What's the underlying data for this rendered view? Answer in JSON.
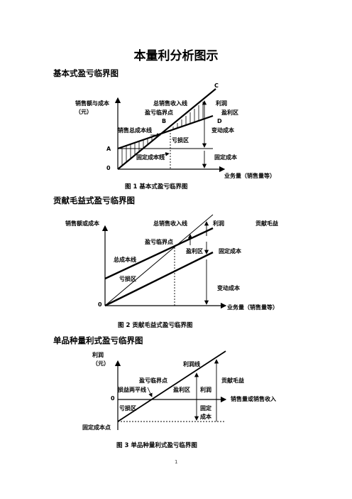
{
  "page": {
    "title": "本量利分析图示",
    "page_number": "1"
  },
  "fig1": {
    "section": "基本式盈亏临界图",
    "caption": "图 1    基本式盈亏临界图",
    "labels": {
      "C": "C",
      "y1": "销售额与成本",
      "y2": "（元）",
      "revenue_line": "总销售收入线",
      "profit": "利润",
      "bep": "盈亏临界点",
      "profit_zone": "盈利区",
      "B": "B",
      "D": "D",
      "total_cost_line": "销售总成本线",
      "variable_cost": "变动成本",
      "loss_zone": "亏损区",
      "A": "A",
      "fixed_cost_line": "固定成本线",
      "fixed_cost": "固定成本",
      "origin": "0",
      "x_axis": "业务量（销售量等）"
    }
  },
  "fig2": {
    "section": "贡献毛益式盈亏临界图",
    "caption": "图 2    贡献毛益式盈亏临界图",
    "labels": {
      "y": "销售额或成本",
      "revenue_line": "总销售收入线",
      "profit": "利润",
      "contribution": "贡献毛益",
      "bep": "盈亏临界点",
      "profit_zone": "盈利区",
      "fixed_cost": "固定成本",
      "total_cost_line": "总成本线",
      "loss_zone": "亏损区",
      "variable_cost": "变动成本",
      "origin": "0",
      "x_axis": "业务量（销售量等）"
    }
  },
  "fig3": {
    "section": "单品种量利式盈亏临界图",
    "caption": "图 3    单品种量利式盈亏临界图",
    "labels": {
      "y1": "利润",
      "y2": "（元）",
      "profit_line": "利润线",
      "bep": "盈亏临界点",
      "contribution": "贡献毛益",
      "breakeven_line": "损益两平线",
      "profit_zone": "盈利区",
      "profit": "利润",
      "origin": "0",
      "x_axis": "销售量或销售收入",
      "loss_zone": "亏损区",
      "fixed1": "固定",
      "fixed2": "成本",
      "fixed_point": "固定成本点"
    }
  }
}
